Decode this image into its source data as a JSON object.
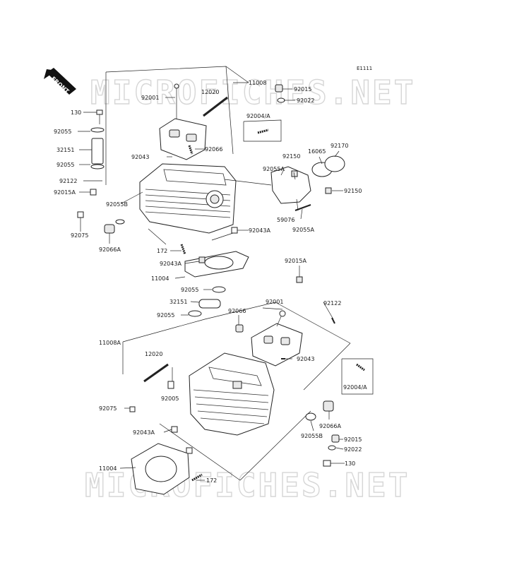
{
  "diagram_code": "E1111",
  "front_label": "FRONT",
  "watermark_top": "MICROFICHES.NET",
  "watermark_bottom": "MICROFICHES.NET",
  "labels": {
    "p11008": "11008",
    "p92015_top": "92015",
    "p92022_top": "92022",
    "p92001_top": "92001",
    "p12020_top": "12020",
    "p130_top": "130",
    "p92055_a": "92055",
    "p32151_top": "32151",
    "p92055_b": "92055",
    "p92043_top": "92043",
    "p92066_top": "92066",
    "p92004A_top": "92004/A",
    "p92150_a": "92150",
    "p16065": "16065",
    "p92170": "92170",
    "p92055A_a": "92055A",
    "p92150_b": "92150",
    "p92122_top": "92122",
    "p92015A_left": "92015A",
    "p92055B_top": "92055B",
    "p59076": "59076",
    "p92055A_b": "92055A",
    "p92075_top": "92075",
    "p92066A_top": "92066A",
    "p92043A_mid": "92043A",
    "p172_top": "172",
    "p92043A_left": "92043A",
    "p11004_top": "11004",
    "p92015A_mid": "92015A",
    "p92055_c": "92055",
    "p32151_mid": "32151",
    "p92001_mid": "92001",
    "p92122_right": "92122",
    "p92055_d": "92055",
    "p92066_mid": "92066",
    "p11008A": "11008A",
    "p92043_mid": "92043",
    "p12020_bot": "12020",
    "p92004A_bot": "92004/A",
    "p92005": "92005",
    "p92075_bot": "92075",
    "p92066A_bot": "92066A",
    "p92043A_bot": "92043A",
    "p92055B_bot": "92055B",
    "p92015_bot": "92015",
    "p92022_bot": "92022",
    "p11004_bot": "11004",
    "p130_bot": "130",
    "p172_bot": "172"
  }
}
